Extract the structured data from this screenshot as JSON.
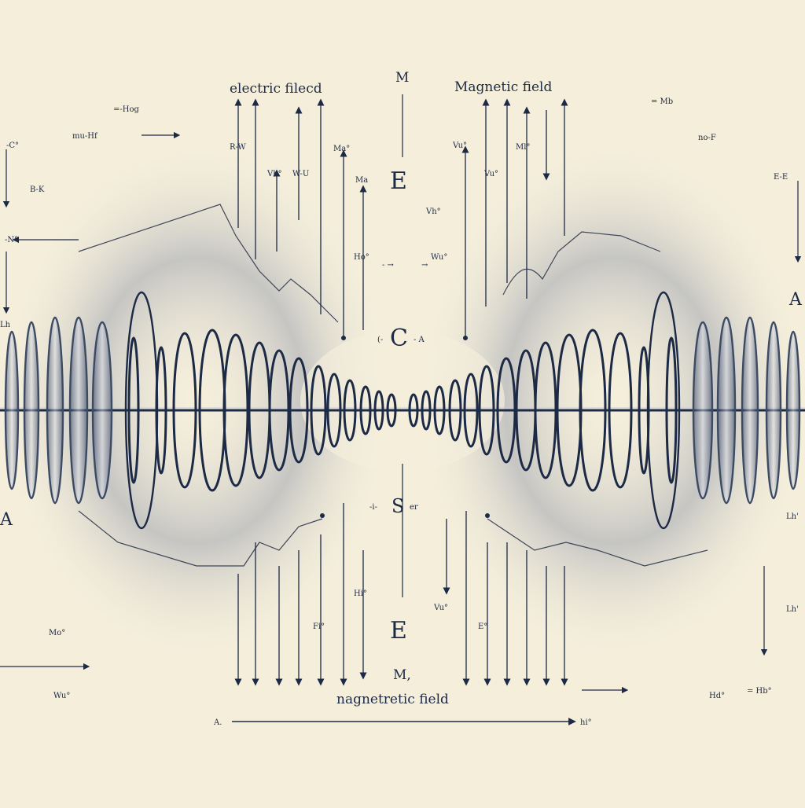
{
  "labels": {
    "top_left_title": "electric filecd",
    "top_right_title": "Magnetic field",
    "bottom_title": "nagnetretic field",
    "top_center_m": "M",
    "bottom_center_m": "M,",
    "center_e_top": "E",
    "center_c": "C",
    "center_c_right": "- A",
    "center_c_left": "(-",
    "center_s": "S",
    "center_s_left": "-i-",
    "center_s_right": "er",
    "center_e_bottom": "E",
    "left_a": "A",
    "right_a": "A",
    "bottom_left_a": "A.",
    "bottom_right_hi": "hi°",
    "tiny": {
      "hog": "=-Hog",
      "mu_ll": "mu-Hf",
      "c_left": "-C°",
      "b_k": "B-K",
      "n_left": "-N°",
      "lh_left": "Lh",
      "mb_right": "= Mb",
      "no_f": "no-F",
      "e_right": "E-E",
      "lh_right": "Lh'",
      "lh_right2": "Lh'",
      "ho_right": "Hd°",
      "hb_right": "= Hb°",
      "mw_left": "Mo°",
      "wu_left": "Wu°",
      "r_w": "R-W",
      "w_u": "W-U",
      "ma_w": "Ma°",
      "vu_w": "Vu°",
      "ml_w": "Ml°",
      "ma": "Ma",
      "ho_c": "Ho°",
      "wu_c": "Wu°",
      "vh_d": "Vh°",
      "hi_d": "Hi°",
      "fi_d": "Fi°",
      "vu_d": "Vu°",
      "e_d": "E°",
      "arrow_l": "- →",
      "arrow_r": "→"
    }
  },
  "colors": {
    "ink": "#1d2a45",
    "paper": "#f4eedb",
    "coil": "#3c4a64"
  }
}
